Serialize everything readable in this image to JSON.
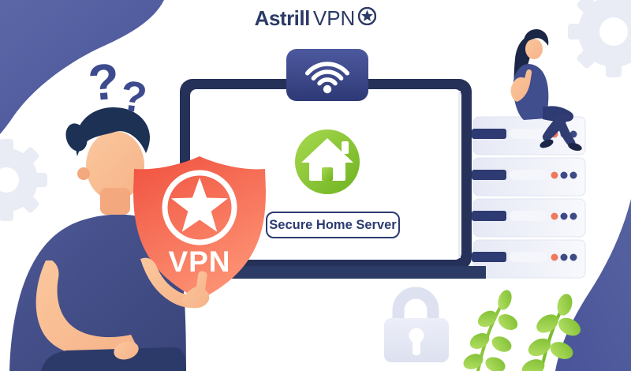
{
  "logo": {
    "brand_bold": "Astrill",
    "brand_light": "VPN",
    "badge_icon": "star-badge-icon"
  },
  "labels": {
    "secure_home_server": "Secure Home Server",
    "vpn": "VPN"
  },
  "decor": {
    "question_marks": [
      "?",
      "?"
    ]
  },
  "icons": {
    "router": "wifi-icon",
    "screen_center": "home-icon",
    "shield_emblem": "star-icon",
    "security": "padlock-icon",
    "corner_decor": "gear-icon",
    "bottom_decor": "plant-icon"
  },
  "server_rack": {
    "unit_count": 4,
    "dots_per_unit": 3,
    "dot_colors": [
      "#ef7a5b",
      "#3c4a86",
      "#3c4a86"
    ]
  },
  "colors": {
    "brand_navy": "#2b3a66",
    "blob_navy": "#515d9d",
    "laptop_navy": "#253158",
    "shield_orange_top": "#f0513f",
    "shield_orange_bottom": "#fd9173",
    "home_green_light": "#a8d94f",
    "home_green_dark": "#6fb321",
    "accent_dot_orange": "#ef7a5b",
    "panel_lavender": "#edeff8",
    "skin": "#f9bd92",
    "label_navy": "#2c3a72"
  }
}
